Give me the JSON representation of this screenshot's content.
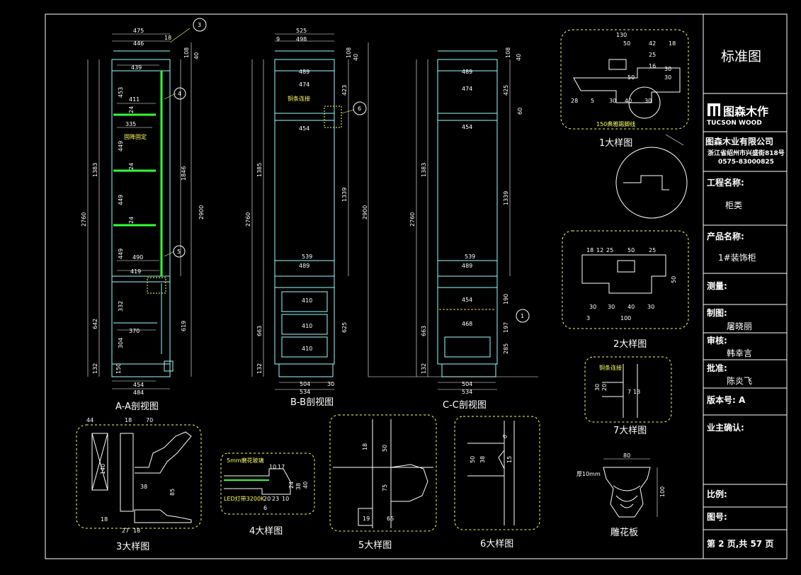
{
  "title_block": {
    "drawing_type": "标准图",
    "brand_cn": "图森木作",
    "brand_en": "TUCSON WOOD",
    "company": "图森木业有限公司",
    "address": "浙江省绍州市兴盛街818号",
    "phone": "0575-83000825",
    "project_label": "工程名称:",
    "project_value": "柜类",
    "product_label": "产品名称:",
    "product_value": "1#装饰柜",
    "measure_label": "测量:",
    "draw_label": "制图:",
    "draw_value": "屠晓丽",
    "review_label": "审核:",
    "review_value": "韩幸言",
    "approve_label": "批准:",
    "approve_value": "陈炎飞",
    "version_label": "版本号: A",
    "owner_label": "业主确认:",
    "scale_label": "比例:",
    "number_label": "图号:",
    "page_label": "第 2 页,共 57 页"
  },
  "views": {
    "aa": "A-A剖视图",
    "bb": "B-B剖视图",
    "cc": "C-C剖视图",
    "d1": "1大样图",
    "d2": "2大样图",
    "d3": "3大样图",
    "d4": "4大样图",
    "d5": "5大样图",
    "d6": "6大样图",
    "d7": "7大样图",
    "carve": "雕花板"
  },
  "notes": {
    "fixed": "固降固定",
    "strip_joint": "铜条连接",
    "strip_joint2": "铜条连接",
    "moulding": "150典雅踢脚线",
    "led": "LED灯带3200K",
    "glass": "5mm磨花玻璃",
    "thickness": "厚10mm"
  },
  "callouts": [
    "3",
    "4",
    "5",
    "6",
    "1"
  ],
  "dims": {
    "aa_top": [
      "475",
      "446",
      "18"
    ],
    "aa_width": [
      "439",
      "411",
      "335",
      "490",
      "419",
      "370"
    ],
    "aa_bottom": [
      "454",
      "484"
    ],
    "aa_left": [
      "2760",
      "1383",
      "642",
      "132",
      "150"
    ],
    "aa_right": [
      "2900",
      "1846",
      "619",
      "40",
      "108"
    ],
    "aa_inner": [
      "453",
      "449",
      "449",
      "449",
      "332",
      "304",
      "24",
      "24",
      "24"
    ],
    "bb_top": [
      "525",
      "498",
      "9"
    ],
    "bb_width": [
      "489",
      "474",
      "454",
      "539",
      "489",
      "410",
      "410",
      "410"
    ],
    "bb_bottom": [
      "504",
      "534",
      "30"
    ],
    "bb_left": [
      "2760",
      "1385",
      "663",
      "132"
    ],
    "bb_right": [
      "2900",
      "1339",
      "625",
      "423",
      "40",
      "108"
    ],
    "cc_width": [
      "489",
      "474",
      "454",
      "539",
      "489",
      "454",
      "468"
    ],
    "cc_bottom": [
      "504",
      "534"
    ],
    "cc_left": [
      "2760",
      "1383",
      "663",
      "132"
    ],
    "cc_right": [
      "1339",
      "425",
      "197",
      "285",
      "40",
      "108",
      "190",
      "60"
    ],
    "d1": [
      "130",
      "50",
      "42",
      "18",
      "50",
      "16",
      "30",
      "30",
      "28",
      "30",
      "40",
      "30",
      "5",
      "25"
    ],
    "d2": [
      "18",
      "12",
      "25",
      "50",
      "25",
      "30",
      "30",
      "40",
      "30",
      "100",
      "50",
      "3"
    ],
    "d3": [
      "44",
      "18",
      "70",
      "140",
      "38",
      "85",
      "18",
      "27",
      "18"
    ],
    "d4": [
      "10",
      "17",
      "20",
      "23",
      "10",
      "24",
      "38",
      "6",
      "40"
    ],
    "d5": [
      "18",
      "50",
      "75",
      "19",
      "65"
    ],
    "d6": [
      "50",
      "38",
      "15",
      "6"
    ],
    "d7": [
      "30",
      "20",
      "7",
      "13"
    ],
    "carve": [
      "80",
      "100"
    ]
  }
}
